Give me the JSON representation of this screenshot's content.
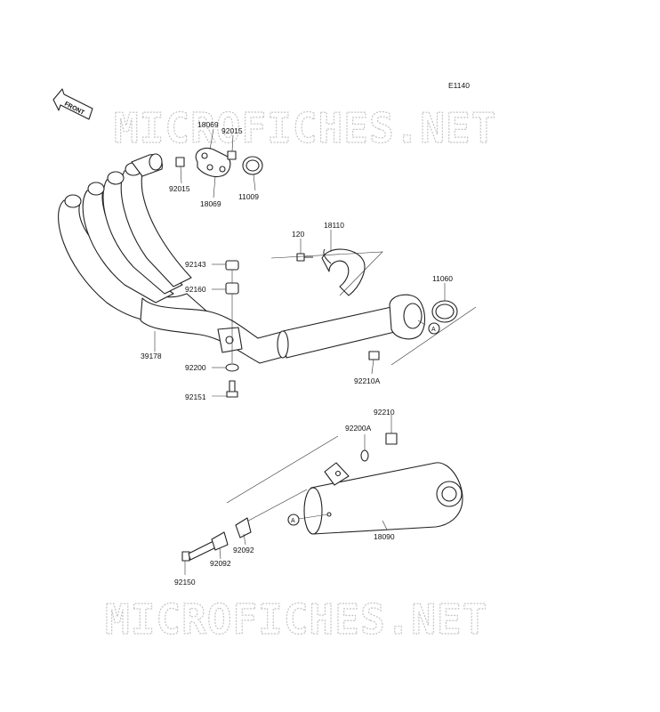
{
  "diagram_code": "E1140",
  "front_label": "FRONT",
  "watermark": "MICROFICHES.NET",
  "reference_mark": "A",
  "parts": {
    "p18069_top": "18069",
    "p92015_top": "92015",
    "p92015_left": "92015",
    "p18069_bottom": "18069",
    "p11009": "11009",
    "p120": "120",
    "p18110": "18110",
    "p92143": "92143",
    "p92160": "92160",
    "p11060": "11060",
    "p39178": "39178",
    "p92200": "92200",
    "p92210A": "92210A",
    "p92151": "92151",
    "p92210": "92210",
    "p92200A": "92200A",
    "p18090": "18090",
    "p92092_right": "92092",
    "p92092_left": "92092",
    "p92150": "92150"
  }
}
